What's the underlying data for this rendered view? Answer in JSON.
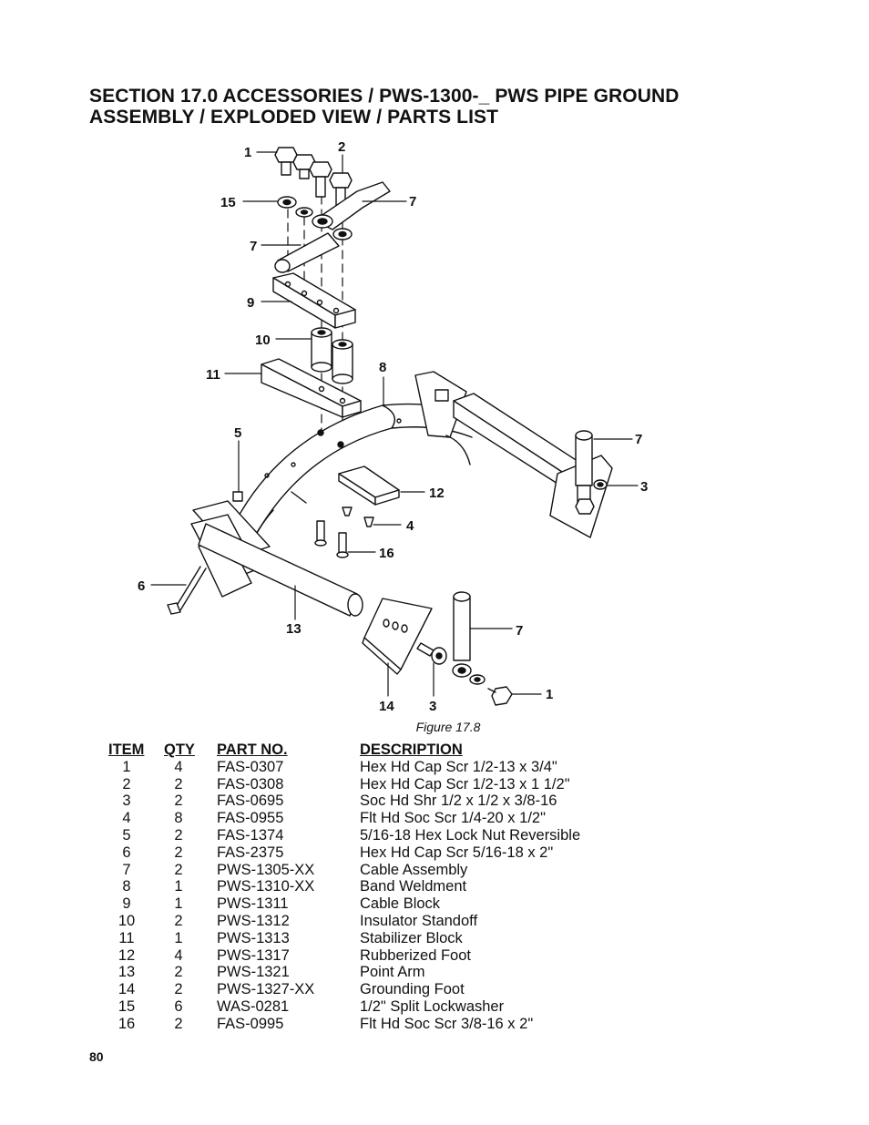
{
  "header": {
    "title_line1": "SECTION 17.0 ACCESSORIES / PWS-1300-_ PWS PIPE GROUND",
    "title_line2": "ASSEMBLY / EXPLODED VIEW / PARTS LIST"
  },
  "figure": {
    "caption": "Figure 17.8",
    "callouts": [
      "1",
      "2",
      "15",
      "7",
      "7",
      "9",
      "10",
      "11",
      "8",
      "5",
      "7",
      "3",
      "12",
      "4",
      "16",
      "6",
      "13",
      "7",
      "14",
      "3",
      "1"
    ]
  },
  "parts_list": {
    "headers": {
      "item": "ITEM",
      "qty": "QTY",
      "part_no": "PART NO.",
      "description": "DESCRIPTION"
    },
    "rows": [
      {
        "item": "1",
        "qty": "4",
        "part_no": "FAS-0307",
        "description": "Hex Hd Cap Scr 1/2-13 x 3/4\""
      },
      {
        "item": "2",
        "qty": "2",
        "part_no": "FAS-0308",
        "description": "Hex Hd Cap Scr 1/2-13 x 1 1/2\""
      },
      {
        "item": "3",
        "qty": "2",
        "part_no": "FAS-0695",
        "description": "Soc Hd Shr 1/2 x 1/2 x 3/8-16"
      },
      {
        "item": "4",
        "qty": "8",
        "part_no": "FAS-0955",
        "description": "Flt Hd Soc Scr 1/4-20 x 1/2\""
      },
      {
        "item": "5",
        "qty": "2",
        "part_no": "FAS-1374",
        "description": "5/16-18 Hex Lock Nut Reversible"
      },
      {
        "item": "6",
        "qty": "2",
        "part_no": "FAS-2375",
        "description": "Hex Hd Cap Scr 5/16-18 x 2\""
      },
      {
        "item": "7",
        "qty": "2",
        "part_no": "PWS-1305-XX",
        "description": "Cable Assembly"
      },
      {
        "item": "8",
        "qty": "1",
        "part_no": "PWS-1310-XX",
        "description": "Band Weldment"
      },
      {
        "item": "9",
        "qty": "1",
        "part_no": "PWS-1311",
        "description": "Cable Block"
      },
      {
        "item": "10",
        "qty": "2",
        "part_no": "PWS-1312",
        "description": "Insulator Standoff"
      },
      {
        "item": "11",
        "qty": "1",
        "part_no": "PWS-1313",
        "description": "Stabilizer Block"
      },
      {
        "item": "12",
        "qty": "4",
        "part_no": "PWS-1317",
        "description": "Rubberized Foot"
      },
      {
        "item": "13",
        "qty": "2",
        "part_no": "PWS-1321",
        "description": "Point Arm"
      },
      {
        "item": "14",
        "qty": "2",
        "part_no": "PWS-1327-XX",
        "description": "Grounding Foot"
      },
      {
        "item": "15",
        "qty": "6",
        "part_no": "WAS-0281",
        "description": "1/2\" Split Lockwasher"
      },
      {
        "item": "16",
        "qty": "2",
        "part_no": "FAS-0995",
        "description": "Flt Hd Soc Scr 3/8-16 x 2\""
      }
    ]
  },
  "footer": {
    "page_number": "80"
  }
}
